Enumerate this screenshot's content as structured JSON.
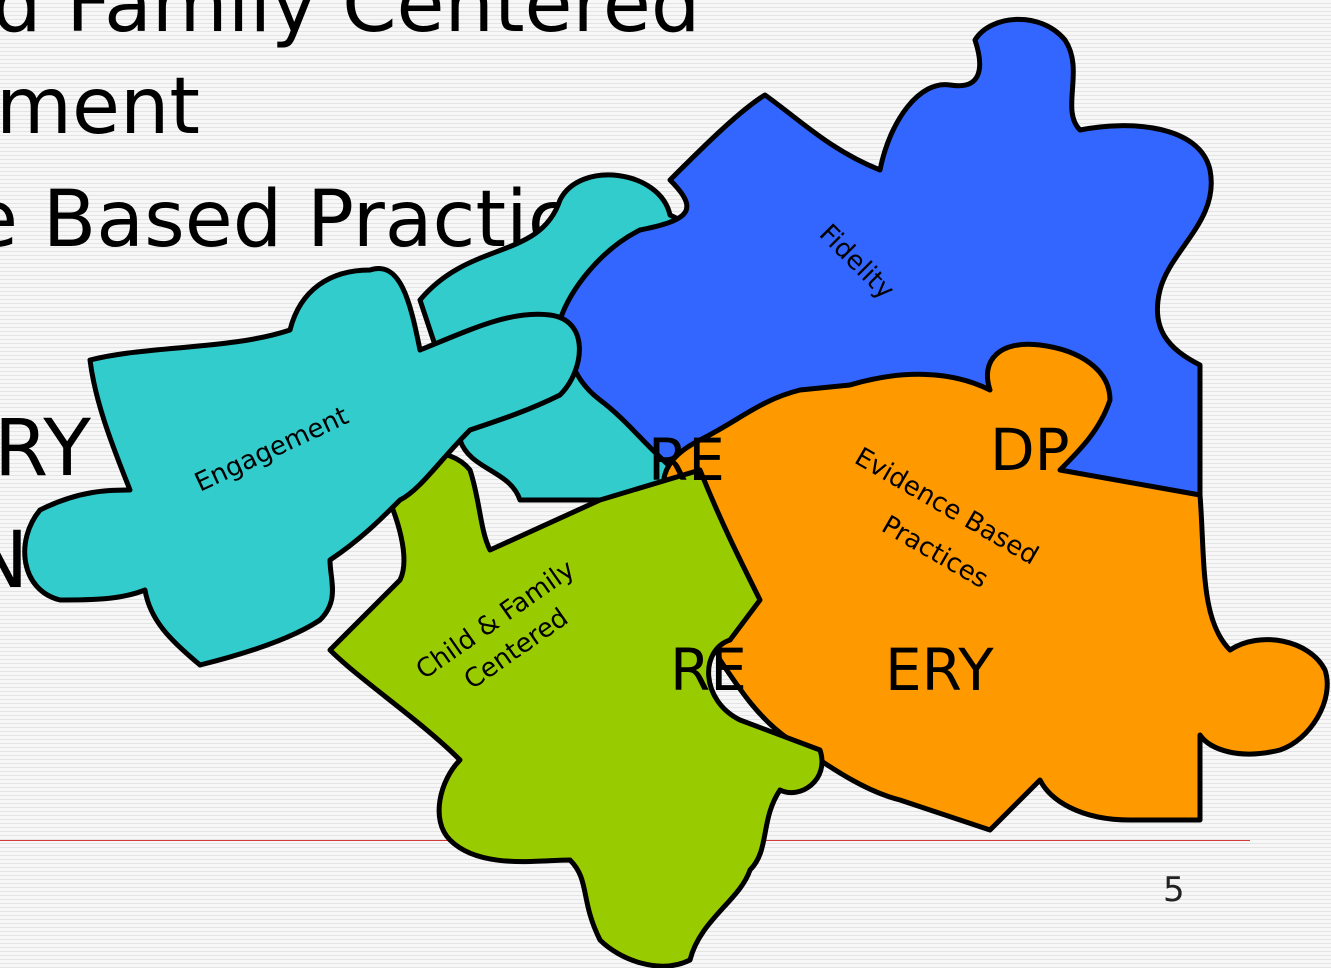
{
  "slide": {
    "bullets": [
      "d Family Centered",
      "ment",
      "e Based Practices",
      "RY",
      "NCE"
    ],
    "page_number": "5"
  },
  "hidden_text": {
    "re_left": "RE",
    "re_bottom": "RE",
    "ery": "ERY",
    "dp": "DP"
  },
  "pieces": [
    {
      "label": "Engagement",
      "color": "#33cccc"
    },
    {
      "label": "Fidelity",
      "color": "#3366ff"
    },
    {
      "label": "Child & Family",
      "label2": "Centered",
      "color": "#99cc00"
    },
    {
      "label": "Evidence Based",
      "label2": "Practices",
      "color": "#ff9900"
    }
  ]
}
